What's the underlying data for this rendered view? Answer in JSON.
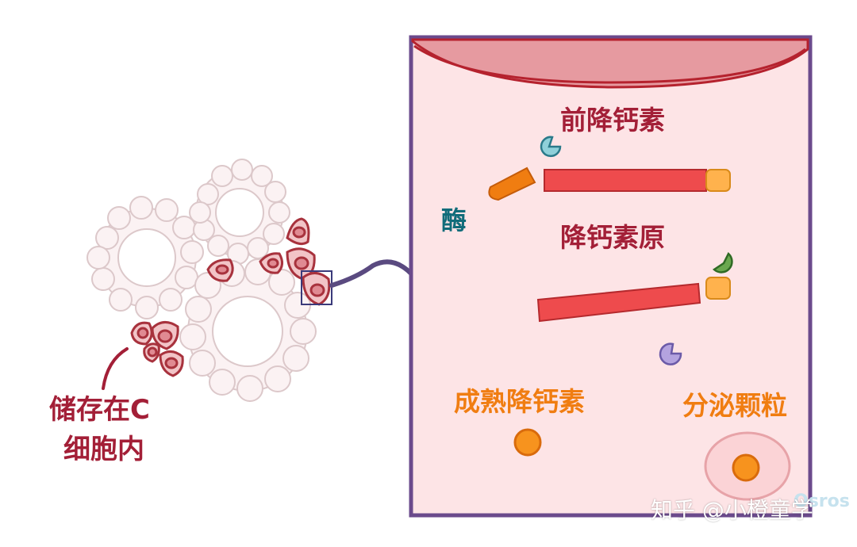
{
  "labels": {
    "storage_line1": "储存在C",
    "storage_line2": "细胞内",
    "preprocalcitonin": "前降钙素",
    "enzyme": "酶",
    "procalcitonin": "降钙素原",
    "mature_calcitonin": "成熟降钙素",
    "secretory_granule": "分泌颗粒"
  },
  "watermark": {
    "text": "知乎 @小橙童学",
    "badge": "Osros"
  },
  "colors": {
    "label_red": "#a31f37",
    "label_orange": "#f07d11",
    "label_teal": "#116c7a",
    "panel_border": "#6b4a8c",
    "panel_fill": "#fde4e6",
    "vessel_fill": "#e69aa0",
    "peptide_red": "#ee4b4d",
    "peptide_orange": "#f07d11",
    "peptide_tip": "#ffb24d",
    "enzyme_blue": "#8fd0d9",
    "enzyme_green": "#6aa84f",
    "enzyme_purple": "#b4a3df",
    "c_cell": "#c75a63"
  }
}
